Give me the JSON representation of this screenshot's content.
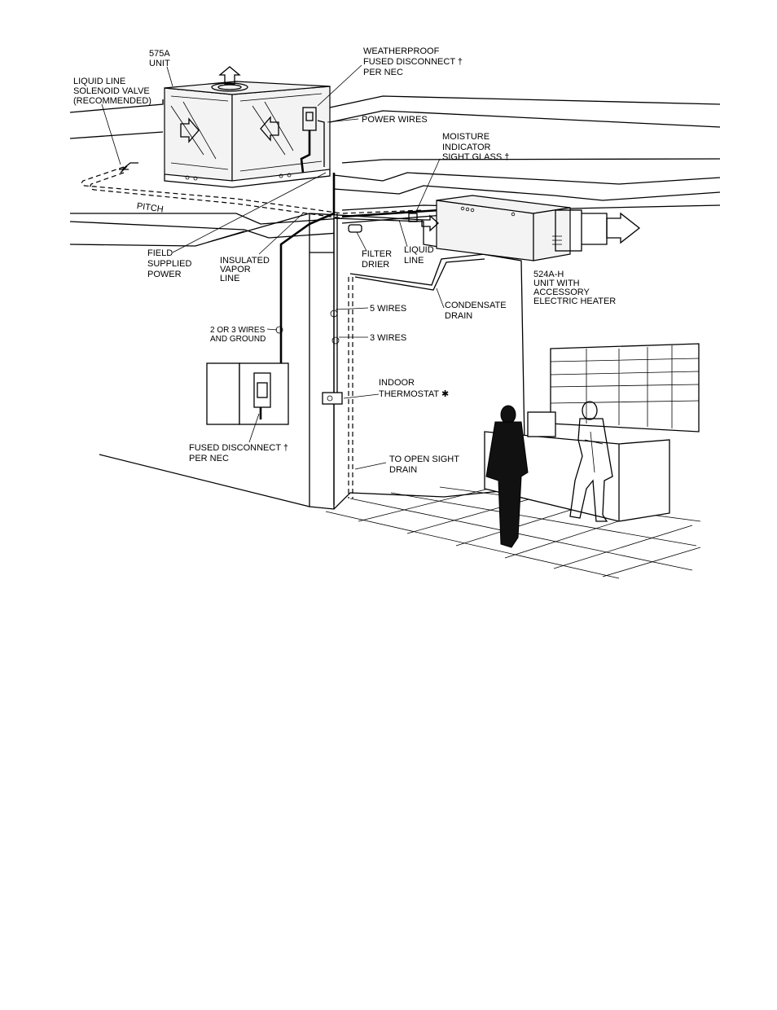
{
  "labels": {
    "unit_575a": [
      "575A",
      "UNIT"
    ],
    "solenoid": [
      "LIQUID LINE",
      "SOLENOID VALVE",
      "(RECOMMENDED)"
    ],
    "weatherproof": [
      "WEATHERPROOF",
      "FUSED DISCONNECT †",
      "PER NEC"
    ],
    "power_wires": [
      "POWER WIRES"
    ],
    "moisture": [
      "MOISTURE",
      "INDICATOR",
      "SIGHT GLASS †"
    ],
    "pitch": [
      "PITCH"
    ],
    "field_power": [
      "FIELD",
      "SUPPLIED",
      "POWER"
    ],
    "insulated": [
      "INSULATED",
      "VAPOR",
      "LINE"
    ],
    "filter": [
      "FILTER",
      "DRIER"
    ],
    "liquid": [
      "LIQUID",
      "LINE"
    ],
    "unit_524": [
      "524A-H",
      "UNIT WITH",
      "ACCESSORY",
      "ELECTRIC HEATER"
    ],
    "condensate": [
      "CONDENSATE",
      "DRAIN"
    ],
    "five_wires": [
      "5 WIRES"
    ],
    "three_wires": [
      "3 WIRES"
    ],
    "two_three": [
      "2 OR 3 WIRES",
      "AND GROUND"
    ],
    "thermostat": [
      "INDOOR",
      "THERMOSTAT ✱"
    ],
    "fused_disc": [
      "FUSED DISCONNECT †",
      "PER NEC"
    ],
    "sight_drain": [
      "TO OPEN SIGHT",
      "DRAIN"
    ]
  }
}
